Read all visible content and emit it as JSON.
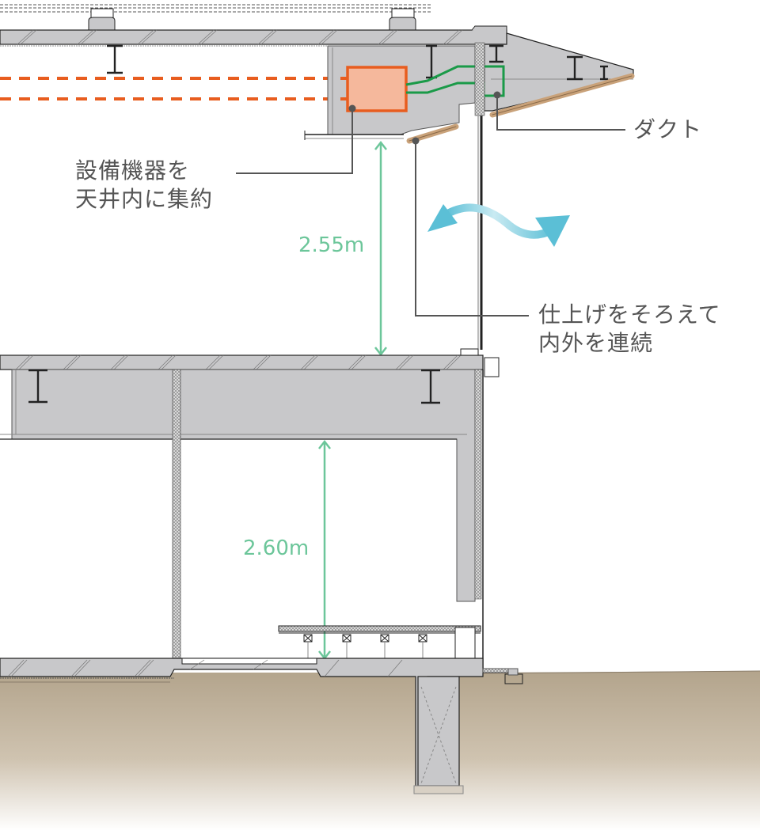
{
  "title": "建物断面図",
  "annotations": {
    "equipment": {
      "line1": "設備機器を",
      "line2": "天井内に集約"
    },
    "duct": "ダクト",
    "finish": {
      "line1": "仕上げをそろえて",
      "line2": "内外を連続"
    }
  },
  "dimensions": {
    "upper_ceiling_height": "2.55m",
    "lower_ceiling_height": "2.60m"
  },
  "legend_colors": {
    "equipment": "#e85d1f",
    "equipment_fill": "#f5b89c",
    "duct": "#1a9a48",
    "dimension": "#6cc69a",
    "airflow": "#5bbfd6",
    "finish_wood": "#c9a27a",
    "structure": "#c8c8ca",
    "ground": "#b8aa94",
    "leader": "#555555"
  },
  "icons": {
    "airflow": "airflow-double-arrow-icon",
    "ibeam": "steel-i-beam-icon"
  }
}
